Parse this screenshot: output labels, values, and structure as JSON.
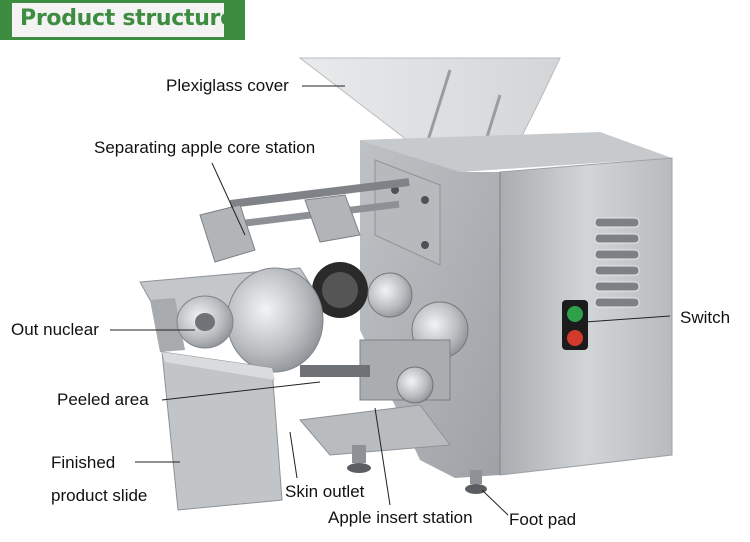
{
  "header": {
    "title": "Product structure",
    "accent_color": "#3d8c40"
  },
  "labels": {
    "plexiglass_cover": "Plexiglass cover",
    "core_station": "Separating apple core station",
    "out_nuclear": "Out nuclear",
    "switch": "Switch",
    "peeled_area": "Peeled area",
    "finished_line1": "Finished",
    "finished_line2": "product slide",
    "skin_outlet": "Skin outlet",
    "apple_insert_station": "Apple insert station",
    "foot_pad": "Foot pad"
  }
}
